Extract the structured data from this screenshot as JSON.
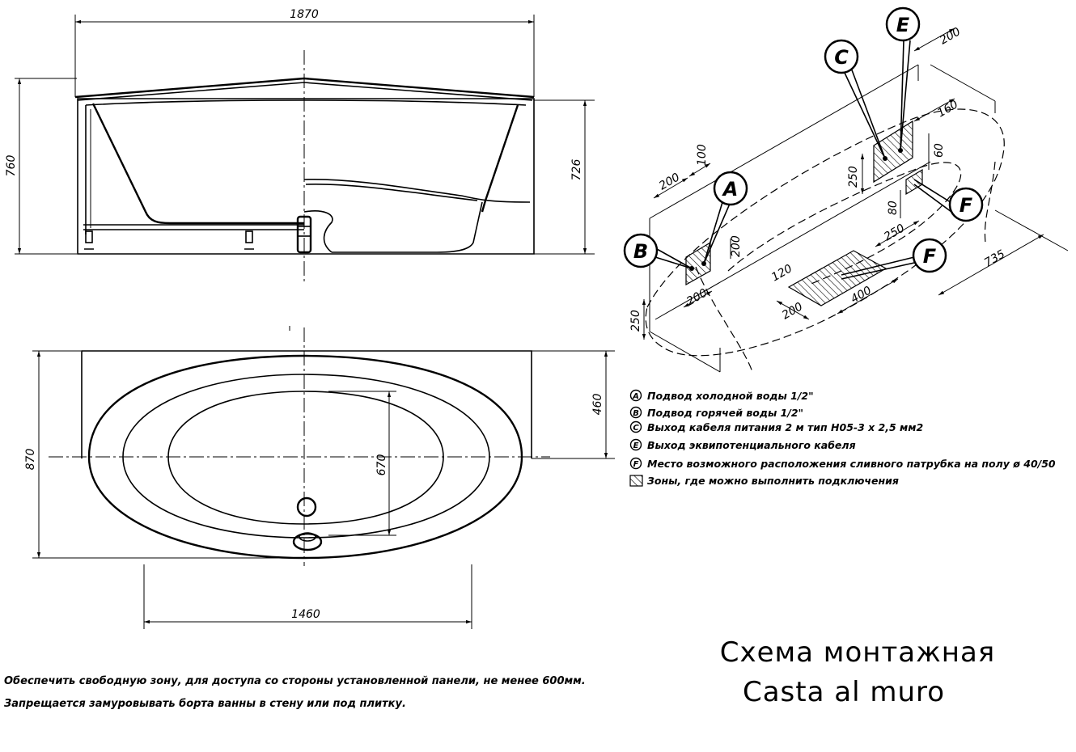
{
  "front_view": {
    "width_dim": "1870",
    "height_dim": "760",
    "inner_height_dim": "726"
  },
  "top_view": {
    "depth_dim": "870",
    "panel_dim": "460",
    "inner_dim": "670",
    "bottom_dim": "1460"
  },
  "iso_view": {
    "dims": {
      "d200_top": "200",
      "d160": "160",
      "d60": "60",
      "d250_c": "250",
      "d80": "80",
      "d250_bottom": "250",
      "d735": "735",
      "d200_left": "200",
      "d100": "100",
      "d200_b_side": "200",
      "d200_b_bottom": "200",
      "d250_left": "250",
      "d120": "120",
      "d200_f": "200",
      "d400": "400"
    },
    "callouts": {
      "a": "A",
      "b": "B",
      "c": "C",
      "e": "E",
      "f_top": "F",
      "f_bottom": "F"
    }
  },
  "legend": {
    "items": [
      {
        "key": "A",
        "text": "Подвод холодной воды 1/2\""
      },
      {
        "key": "B",
        "text": "Подвод горячей воды 1/2\""
      },
      {
        "key": "C",
        "text": "Выход кабеля питания  2 м тип H05-3 х 2,5 мм2"
      },
      {
        "key": "E",
        "text": "Выход эквипотенциального кабеля"
      },
      {
        "key": "F",
        "text": "Место возможного расположения сливного патрубка на полу ø 40/50"
      }
    ],
    "zone_text": "Зоны, где можно выполнить  подключения"
  },
  "notes": {
    "line1": "Обеспечить свободную зону, для доступа со стороны установленной панели, не менее 600мм.",
    "line2": "Запрещается замуровывать борта ванны в стену или под плитку."
  },
  "title": {
    "line1": "Схема монтажная",
    "line2": "Casta al muro"
  }
}
